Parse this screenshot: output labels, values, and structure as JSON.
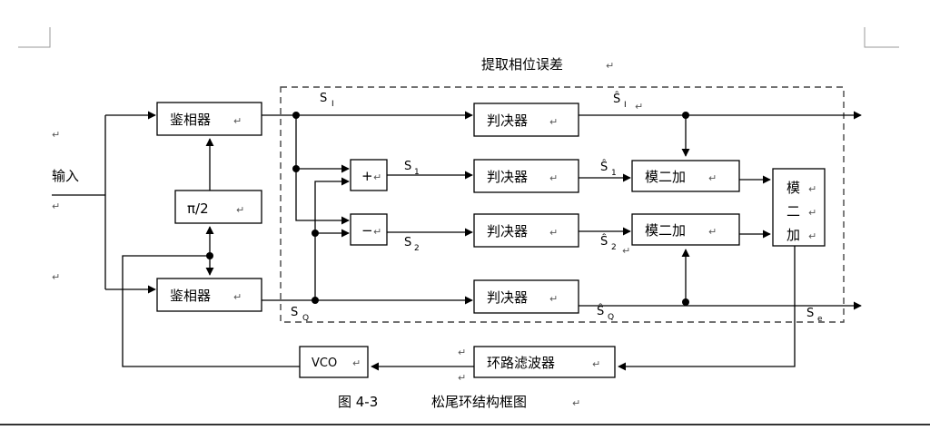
{
  "header": {
    "title": "提取相位误差"
  },
  "labels": {
    "input": "输入"
  },
  "marks": {
    "paragraph": "↵"
  },
  "blocks": {
    "phase_detector_upper": "鉴相器",
    "phase_detector_lower": "鉴相器",
    "phase_shift": "π/2",
    "vco": "VCO",
    "loop_filter": "环路滤波器",
    "adder": "+",
    "subtractor": "−",
    "decision_1": "判决器",
    "decision_2": "判决器",
    "decision_3": "判决器",
    "decision_4": "判决器",
    "mod2_adder_1": "模二加",
    "mod2_adder_2": "模二加",
    "mod2_adder_final": [
      "模",
      "二",
      "加"
    ]
  },
  "signals": {
    "si": "S",
    "si_sub": "I",
    "sq": "S",
    "sq_sub": "Q",
    "s1": "S",
    "s1_sub": "1",
    "s2": "S",
    "s2_sub": "2",
    "si_hat": "Ŝ",
    "si_hat_sub": "I",
    "s1_hat": "Ŝ",
    "s1_hat_sub": "1",
    "s2_hat": "Ŝ",
    "s2_hat_sub": "2",
    "sq_hat": "Ŝ",
    "sq_hat_sub": "Q",
    "se": "S",
    "se_sub": "e"
  },
  "caption": {
    "number": "图 4-3",
    "title": "松尾环结构框图"
  }
}
